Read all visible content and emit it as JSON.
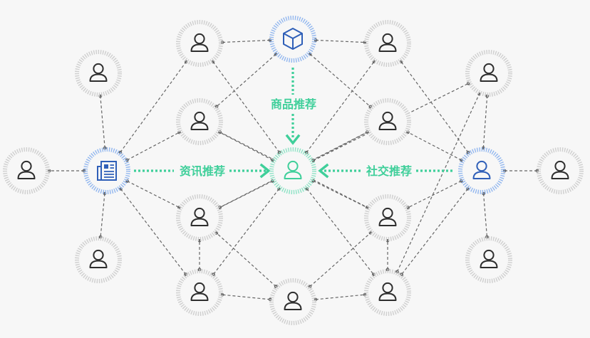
{
  "labels": {
    "product": "商品推荐",
    "news": "资讯推荐",
    "social": "社交推荐"
  },
  "colors": {
    "background": "#f7f7f7",
    "ring_gray": "#cfcfcf",
    "ring_blue": "#94b8ef",
    "ring_green": "#8fe3c6",
    "accent_green": "#3fcf9a",
    "icon_dark": "#2e2e2e",
    "icon_blue": "#2f5fb8",
    "edge": "#666666"
  },
  "nodes": [
    {
      "id": "target-user",
      "icon": "user-icon",
      "kind": "user",
      "ring": "green"
    },
    {
      "id": "product-hub",
      "icon": "box-icon",
      "kind": "hub",
      "ring": "blue"
    },
    {
      "id": "news-hub",
      "icon": "news-icon",
      "kind": "hub",
      "ring": "blue"
    },
    {
      "id": "social-hub",
      "icon": "user-icon",
      "kind": "hub",
      "ring": "blue"
    },
    {
      "id": "user-1",
      "icon": "user-icon",
      "kind": "user",
      "ring": "gray"
    },
    {
      "id": "user-2",
      "icon": "user-icon",
      "kind": "user",
      "ring": "gray"
    },
    {
      "id": "user-3",
      "icon": "user-icon",
      "kind": "user",
      "ring": "gray"
    },
    {
      "id": "user-4",
      "icon": "user-icon",
      "kind": "user",
      "ring": "gray"
    },
    {
      "id": "user-5",
      "icon": "user-icon",
      "kind": "user",
      "ring": "gray"
    },
    {
      "id": "user-6",
      "icon": "user-icon",
      "kind": "user",
      "ring": "gray"
    },
    {
      "id": "user-7",
      "icon": "user-icon",
      "kind": "user",
      "ring": "gray"
    },
    {
      "id": "user-8",
      "icon": "user-icon",
      "kind": "user",
      "ring": "gray"
    },
    {
      "id": "user-9",
      "icon": "user-icon",
      "kind": "user",
      "ring": "gray"
    },
    {
      "id": "user-10",
      "icon": "user-icon",
      "kind": "user",
      "ring": "gray"
    },
    {
      "id": "user-11",
      "icon": "user-icon",
      "kind": "user",
      "ring": "gray"
    },
    {
      "id": "user-12",
      "icon": "user-icon",
      "kind": "user",
      "ring": "gray"
    },
    {
      "id": "user-13",
      "icon": "user-icon",
      "kind": "user",
      "ring": "gray"
    },
    {
      "id": "user-14",
      "icon": "user-icon",
      "kind": "user",
      "ring": "gray"
    },
    {
      "id": "user-15",
      "icon": "user-icon",
      "kind": "user",
      "ring": "gray"
    }
  ],
  "edges": [
    [
      "news-hub",
      "user-4"
    ],
    [
      "news-hub",
      "user-3"
    ],
    [
      "news-hub",
      "user-13"
    ],
    [
      "news-hub",
      "user-1"
    ],
    [
      "news-hub",
      "user-5"
    ],
    [
      "news-hub",
      "user-10"
    ],
    [
      "news-hub",
      "user-7"
    ],
    [
      "social-hub",
      "user-15"
    ],
    [
      "social-hub",
      "user-12"
    ],
    [
      "social-hub",
      "user-6"
    ],
    [
      "social-hub",
      "user-2"
    ],
    [
      "social-hub",
      "user-8"
    ],
    [
      "social-hub",
      "user-11"
    ],
    [
      "social-hub",
      "user-9"
    ],
    [
      "product-hub",
      "user-1"
    ],
    [
      "product-hub",
      "user-2"
    ],
    [
      "product-hub",
      "user-5"
    ],
    [
      "product-hub",
      "user-6"
    ],
    [
      "target-user",
      "user-1"
    ],
    [
      "target-user",
      "user-2"
    ],
    [
      "target-user",
      "user-5"
    ],
    [
      "target-user",
      "user-6"
    ],
    [
      "target-user",
      "user-7"
    ],
    [
      "target-user",
      "user-8"
    ],
    [
      "target-user",
      "user-9"
    ],
    [
      "target-user",
      "user-10"
    ],
    [
      "target-user",
      "user-11"
    ],
    [
      "user-10",
      "user-7"
    ],
    [
      "user-11",
      "user-8"
    ],
    [
      "user-11",
      "user-9"
    ],
    [
      "user-5",
      "user-9"
    ],
    [
      "user-6",
      "user-7"
    ],
    [
      "user-14",
      "user-10"
    ],
    [
      "user-14",
      "user-11"
    ],
    [
      "user-14",
      "user-9"
    ],
    [
      "user-14",
      "user-7"
    ]
  ]
}
